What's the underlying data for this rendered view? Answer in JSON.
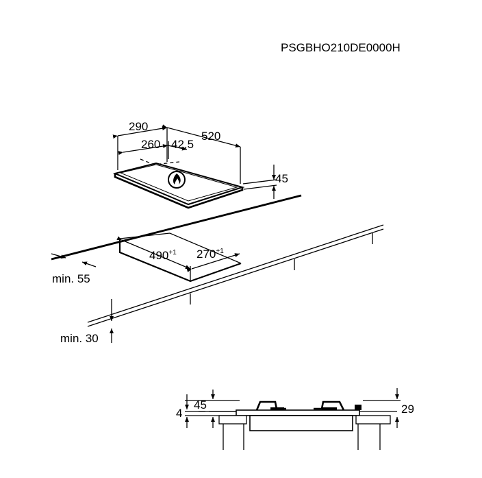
{
  "model_code": "PSGBHO210DE0000H",
  "hob_dimensions": {
    "width_outer": "290",
    "width_inner": "260",
    "offset": "42,5",
    "depth": "520",
    "height": "45"
  },
  "cutout": {
    "depth_base": "490",
    "depth_tol": "+1",
    "width_base": "270",
    "width_tol": "+1",
    "min_front_distance": "min. 55",
    "min_below": "min. 30"
  },
  "side_view": {
    "left_outer": "4",
    "left_inner": "45",
    "right": "29"
  },
  "icons": [
    "flame-icon"
  ]
}
